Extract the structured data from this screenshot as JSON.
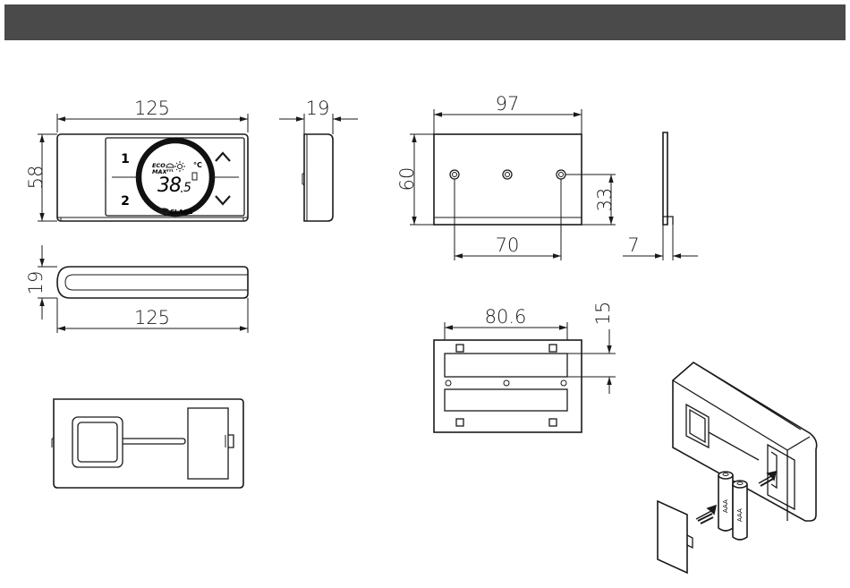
{
  "header": {
    "color": "#4a4a4a"
  },
  "dimensions": {
    "front_width": "125",
    "front_height": "58",
    "side_depth": "19",
    "top_depth": "19",
    "top_width": "125",
    "plate_width": "97",
    "plate_height": "60",
    "hole_height": "33",
    "hole_spacing": "70",
    "plate_thickness": "7",
    "rear_spacing": "80.6",
    "rear_offset": "15"
  },
  "display": {
    "button1": "1",
    "button2": "2",
    "eco": "ECO",
    "max": "MAX",
    "temperature": "38",
    "temperature_decimal": "5",
    "unit": "°C",
    "brand": "CLAGE"
  },
  "batteries": {
    "label1": "AAA",
    "label2": "AAA"
  }
}
